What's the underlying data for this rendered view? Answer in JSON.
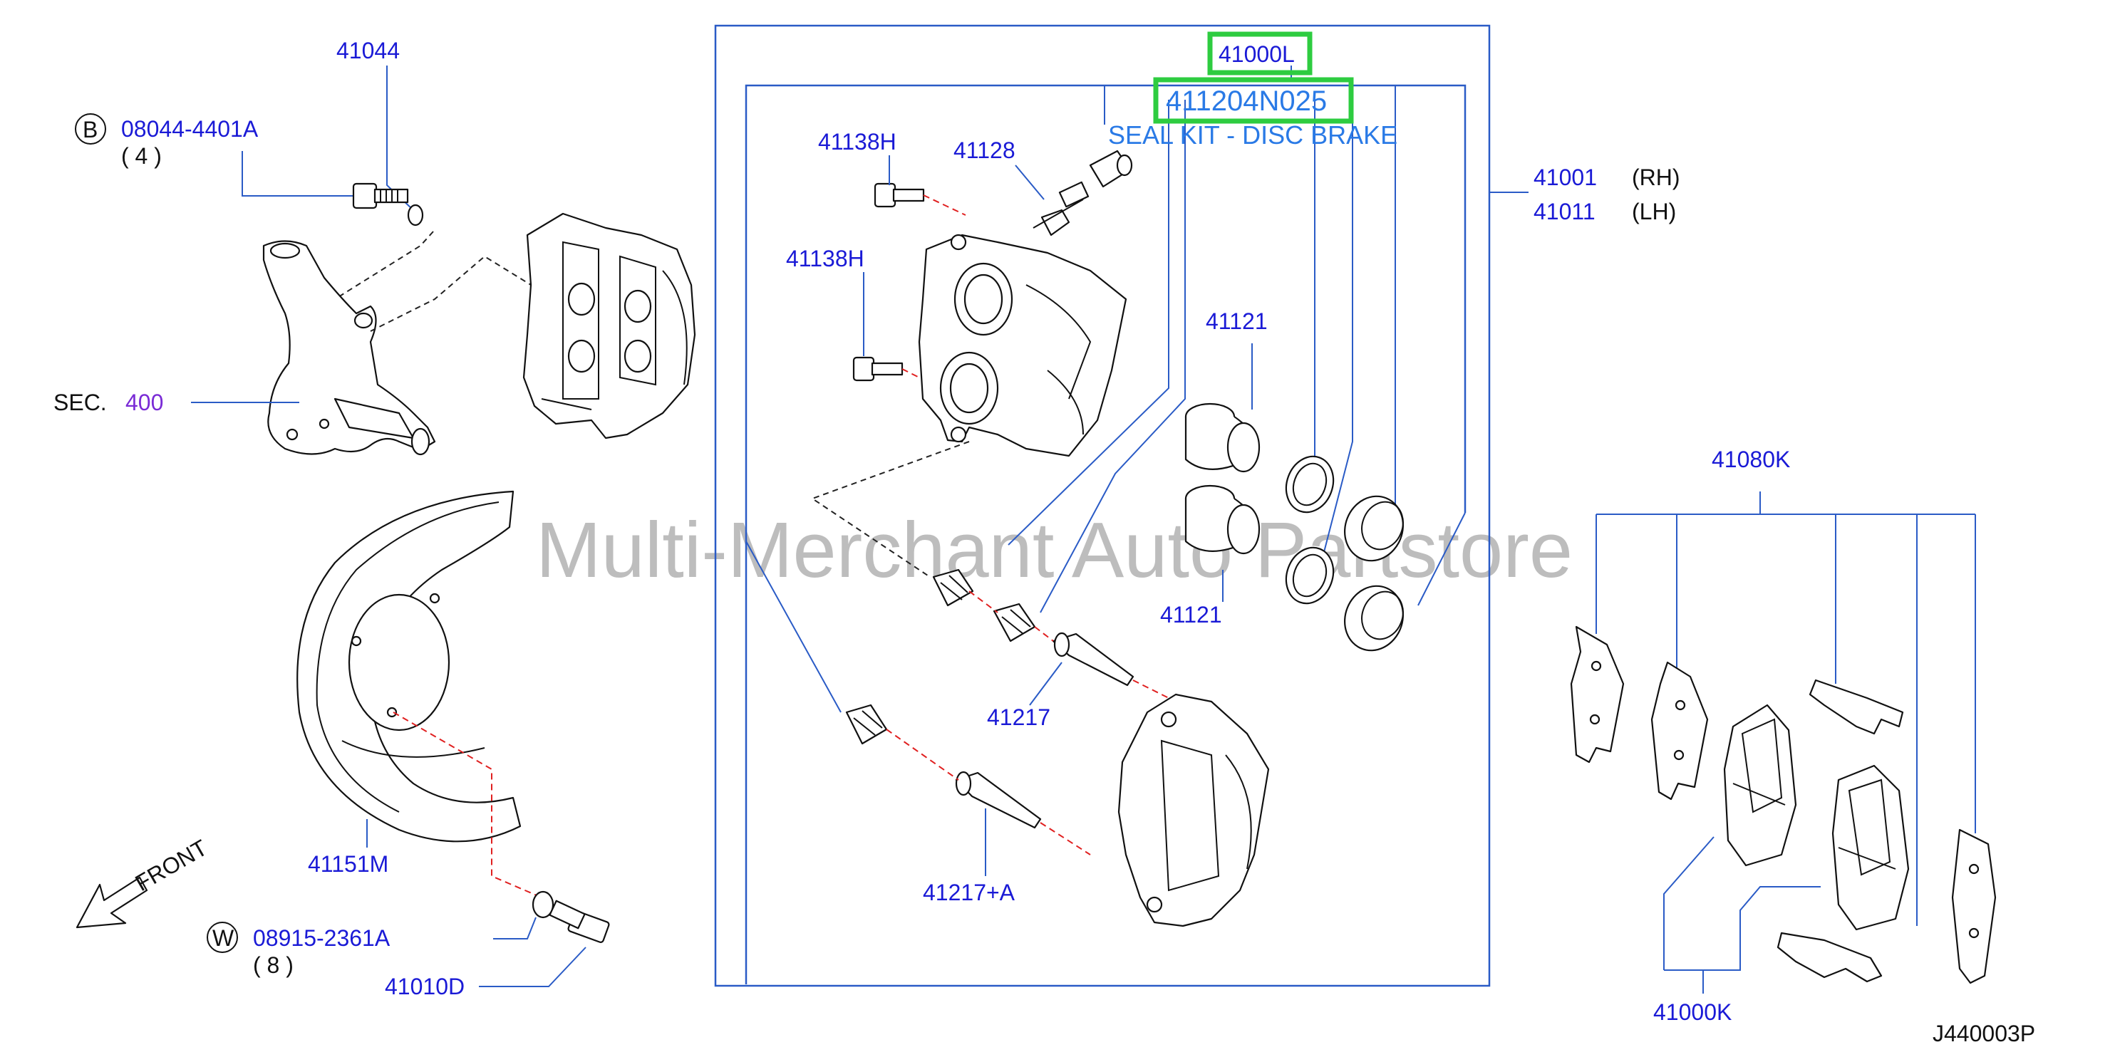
{
  "watermark": "Multi-Merchant Auto Partstore",
  "diagram_code": "J440003P",
  "highlight_color": "#2ecc40",
  "label_color": "#1a1ad6",
  "leader_color": "#2a5bc6",
  "labels": {
    "p41044": "41044",
    "b_marker": "B",
    "bolt_b": "08044-4401A",
    "qty_4": "( 4 )",
    "sec": "SEC.",
    "sec_num": "400",
    "p41151m": "41151M",
    "front": "FRONT",
    "w_marker": "W",
    "bolt_w": "08915-2361A",
    "qty_8": "( 8 )",
    "p41010d": "41010D",
    "p41000l": "41000L",
    "p411204n025": "411204N025",
    "seal_kit": "SEAL KIT - DISC BRAKE",
    "p41138h_a": "41138H",
    "p41128": "41128",
    "p41138h_b": "41138H",
    "p41121_a": "41121",
    "p41121_b": "41121",
    "p41217": "41217",
    "p41217a": "41217+A",
    "p41001": "41001",
    "rh": "(RH)",
    "p41011": "41011",
    "lh": "(LH)",
    "p41080k": "41080K",
    "p41000k": "41000K"
  }
}
